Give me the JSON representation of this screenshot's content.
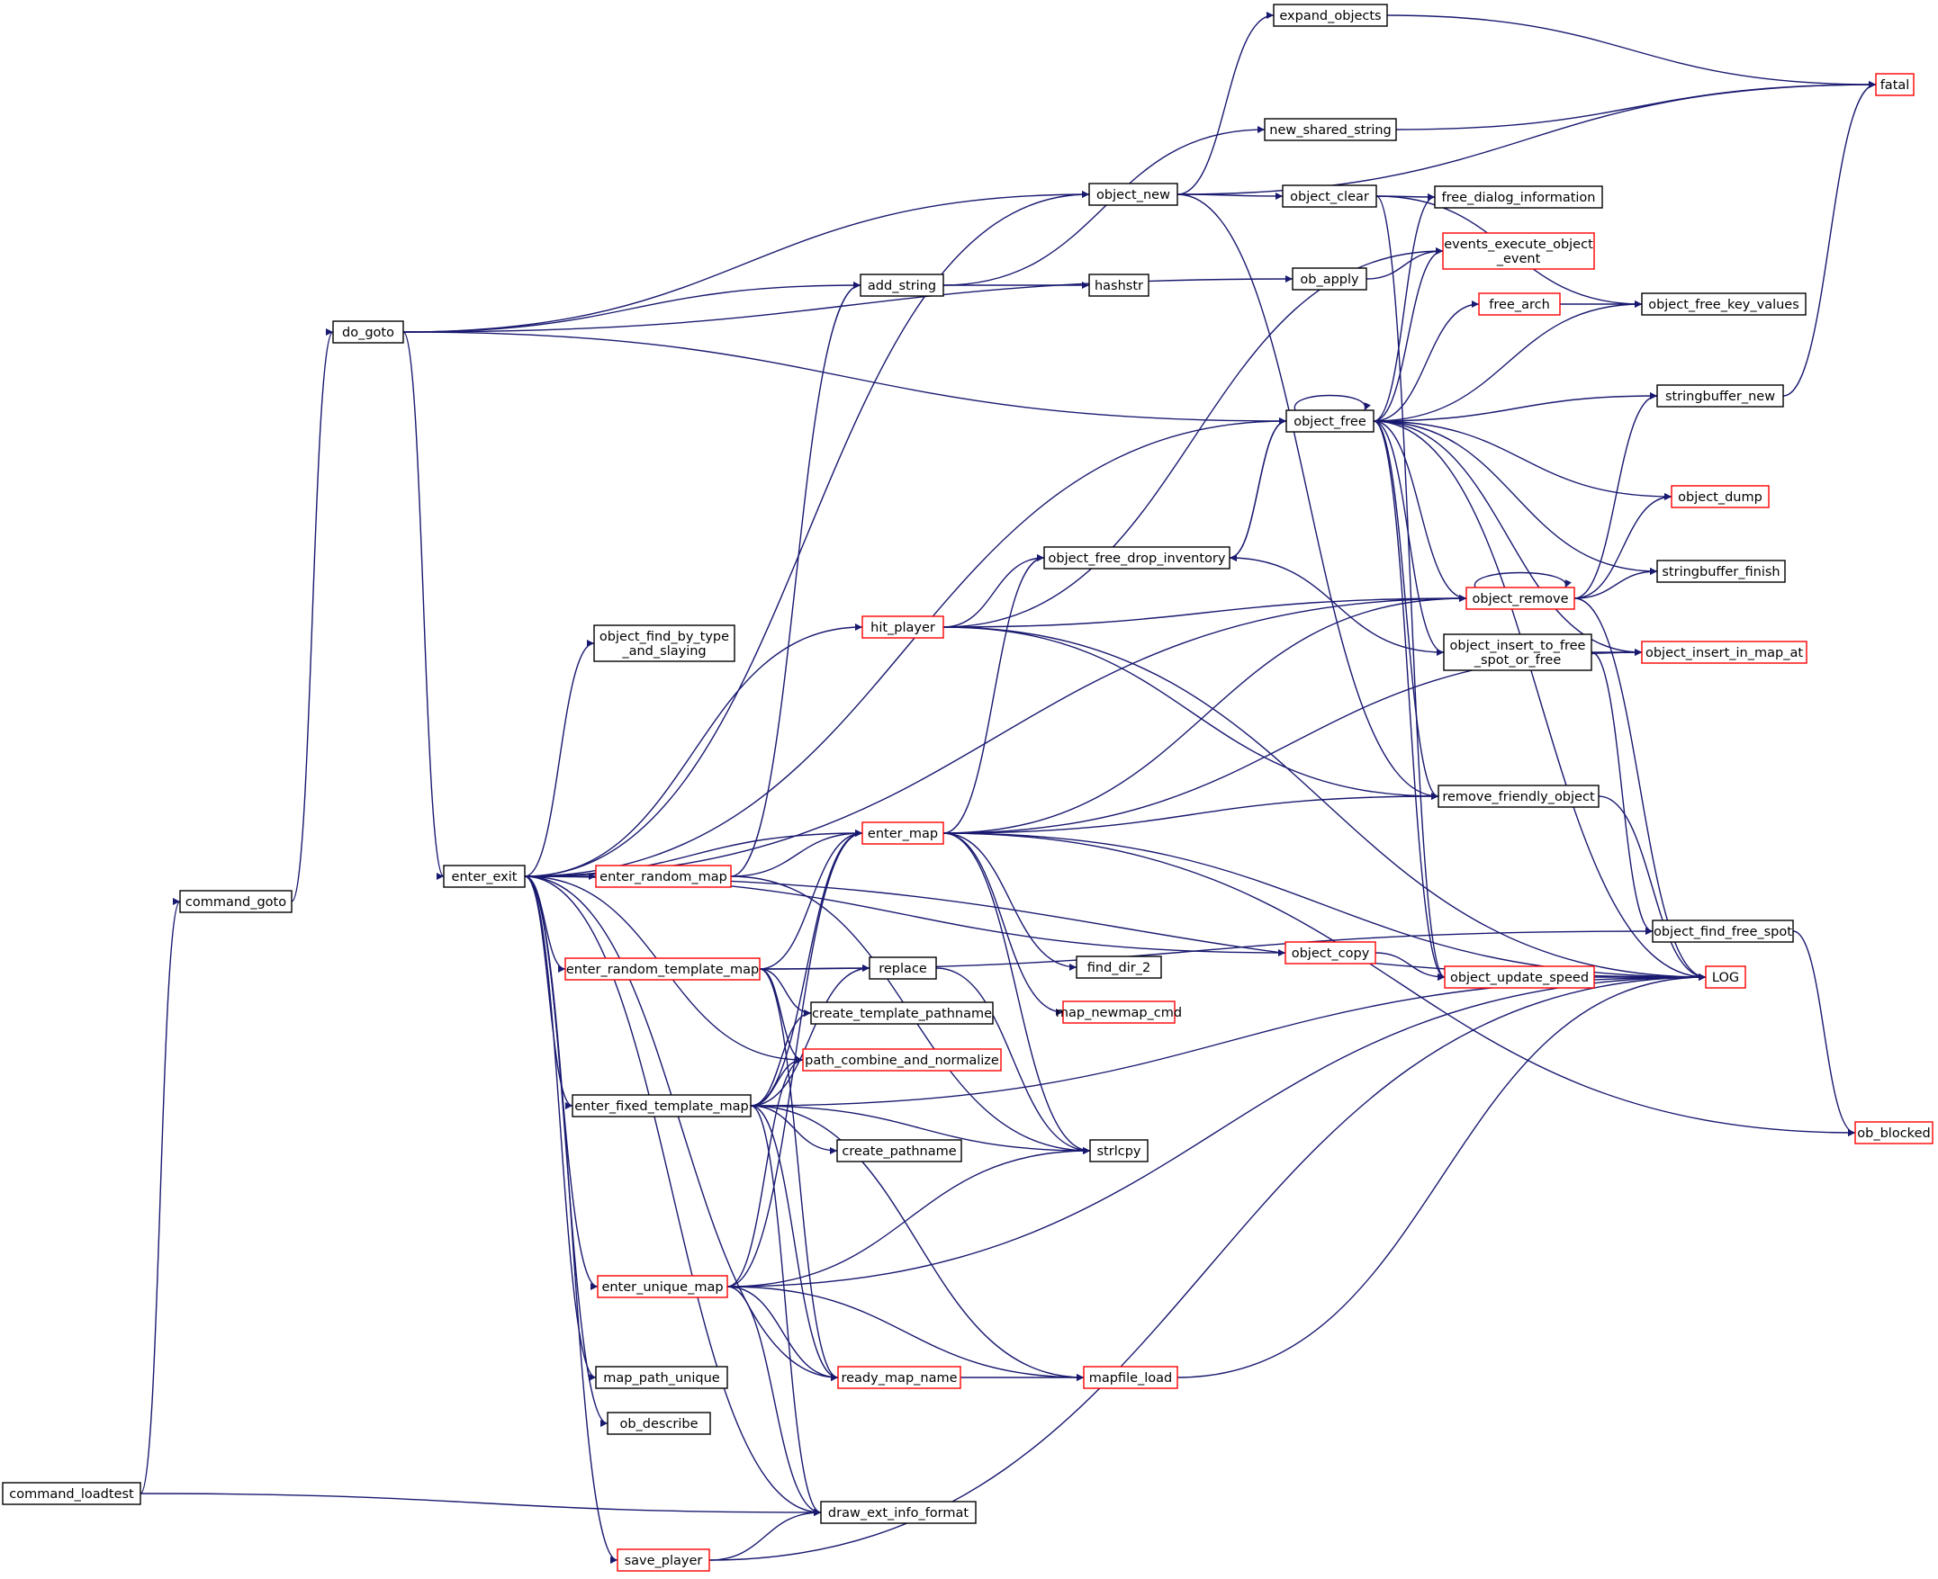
{
  "graph": {
    "colors": {
      "edge": "#191970",
      "normal_border": "#000000",
      "truncated_border": "#ff0000",
      "highlight_fill": "#bfbfbf"
    },
    "nodes": {
      "command_loadtest": {
        "lines": [
          "command_loadtest"
        ],
        "kind": "highlight"
      },
      "command_goto": {
        "lines": [
          "command_goto"
        ],
        "kind": "normal"
      },
      "do_goto": {
        "lines": [
          "do_goto"
        ],
        "kind": "normal"
      },
      "enter_exit": {
        "lines": [
          "enter_exit"
        ],
        "kind": "normal"
      },
      "object_new": {
        "lines": [
          "object_new"
        ],
        "kind": "normal"
      },
      "add_string": {
        "lines": [
          "add_string"
        ],
        "kind": "normal"
      },
      "hashstr": {
        "lines": [
          "hashstr"
        ],
        "kind": "normal"
      },
      "expand_objects": {
        "lines": [
          "expand_objects"
        ],
        "kind": "normal"
      },
      "new_shared_string": {
        "lines": [
          "new_shared_string"
        ],
        "kind": "normal"
      },
      "object_clear": {
        "lines": [
          "object_clear"
        ],
        "kind": "normal"
      },
      "ob_apply": {
        "lines": [
          "ob_apply"
        ],
        "kind": "normal"
      },
      "fatal": {
        "lines": [
          "fatal"
        ],
        "kind": "truncated"
      },
      "free_dialog_information": {
        "lines": [
          "free_dialog_information"
        ],
        "kind": "normal"
      },
      "events_execute_object_event": {
        "lines": [
          "events_execute_object",
          "_event"
        ],
        "kind": "truncated"
      },
      "free_arch": {
        "lines": [
          "free_arch"
        ],
        "kind": "truncated"
      },
      "object_free_key_values": {
        "lines": [
          "object_free_key_values"
        ],
        "kind": "normal"
      },
      "object_free": {
        "lines": [
          "object_free"
        ],
        "kind": "normal"
      },
      "stringbuffer_new": {
        "lines": [
          "stringbuffer_new"
        ],
        "kind": "normal"
      },
      "object_dump": {
        "lines": [
          "object_dump"
        ],
        "kind": "truncated"
      },
      "stringbuffer_finish": {
        "lines": [
          "stringbuffer_finish"
        ],
        "kind": "normal"
      },
      "object_free_drop_inventory": {
        "lines": [
          "object_free_drop_inventory"
        ],
        "kind": "normal"
      },
      "object_remove": {
        "lines": [
          "object_remove"
        ],
        "kind": "truncated"
      },
      "object_find_by_type_and_slaying": {
        "lines": [
          "object_find_by_type",
          "_and_slaying"
        ],
        "kind": "normal"
      },
      "hit_player": {
        "lines": [
          "hit_player"
        ],
        "kind": "truncated"
      },
      "object_insert_to_free_spot_or_free": {
        "lines": [
          "object_insert_to_free",
          "_spot_or_free"
        ],
        "kind": "normal"
      },
      "object_insert_in_map_at": {
        "lines": [
          "object_insert_in_map_at"
        ],
        "kind": "truncated"
      },
      "remove_friendly_object": {
        "lines": [
          "remove_friendly_object"
        ],
        "kind": "normal"
      },
      "enter_map": {
        "lines": [
          "enter_map"
        ],
        "kind": "truncated"
      },
      "enter_random_map": {
        "lines": [
          "enter_random_map"
        ],
        "kind": "truncated"
      },
      "object_find_free_spot": {
        "lines": [
          "object_find_free_spot"
        ],
        "kind": "normal"
      },
      "find_dir_2": {
        "lines": [
          "find_dir_2"
        ],
        "kind": "normal"
      },
      "object_copy": {
        "lines": [
          "object_copy"
        ],
        "kind": "truncated"
      },
      "enter_random_template_map": {
        "lines": [
          "enter_random_template_map"
        ],
        "kind": "truncated"
      },
      "replace": {
        "lines": [
          "replace"
        ],
        "kind": "normal"
      },
      "object_update_speed": {
        "lines": [
          "object_update_speed"
        ],
        "kind": "truncated"
      },
      "LOG": {
        "lines": [
          "LOG"
        ],
        "kind": "truncated"
      },
      "map_newmap_cmd": {
        "lines": [
          "map_newmap_cmd"
        ],
        "kind": "truncated"
      },
      "create_template_pathname": {
        "lines": [
          "create_template_pathname"
        ],
        "kind": "normal"
      },
      "path_combine_and_normalize": {
        "lines": [
          "path_combine_and_normalize"
        ],
        "kind": "truncated"
      },
      "enter_fixed_template_map": {
        "lines": [
          "enter_fixed_template_map"
        ],
        "kind": "normal"
      },
      "ob_blocked": {
        "lines": [
          "ob_blocked"
        ],
        "kind": "truncated"
      },
      "create_pathname": {
        "lines": [
          "create_pathname"
        ],
        "kind": "normal"
      },
      "strlcpy": {
        "lines": [
          "strlcpy"
        ],
        "kind": "normal"
      },
      "enter_unique_map": {
        "lines": [
          "enter_unique_map"
        ],
        "kind": "truncated"
      },
      "map_path_unique": {
        "lines": [
          "map_path_unique"
        ],
        "kind": "normal"
      },
      "ready_map_name": {
        "lines": [
          "ready_map_name"
        ],
        "kind": "truncated"
      },
      "mapfile_load": {
        "lines": [
          "mapfile_load"
        ],
        "kind": "truncated"
      },
      "ob_describe": {
        "lines": [
          "ob_describe"
        ],
        "kind": "normal"
      },
      "draw_ext_info_format": {
        "lines": [
          "draw_ext_info_format"
        ],
        "kind": "normal"
      },
      "save_player": {
        "lines": [
          "save_player"
        ],
        "kind": "truncated"
      }
    },
    "edges": [
      [
        "command_loadtest",
        "command_goto"
      ],
      [
        "command_loadtest",
        "draw_ext_info_format"
      ],
      [
        "command_goto",
        "do_goto"
      ],
      [
        "do_goto",
        "object_new"
      ],
      [
        "do_goto",
        "add_string"
      ],
      [
        "do_goto",
        "ob_apply"
      ],
      [
        "do_goto",
        "object_free"
      ],
      [
        "do_goto",
        "enter_exit"
      ],
      [
        "object_new",
        "expand_objects"
      ],
      [
        "object_new",
        "fatal"
      ],
      [
        "object_new",
        "object_clear"
      ],
      [
        "object_new",
        "remove_friendly_object"
      ],
      [
        "expand_objects",
        "fatal"
      ],
      [
        "new_shared_string",
        "fatal"
      ],
      [
        "add_string",
        "new_shared_string"
      ],
      [
        "add_string",
        "hashstr"
      ],
      [
        "object_clear",
        "free_dialog_information"
      ],
      [
        "object_clear",
        "object_free_key_values"
      ],
      [
        "object_clear",
        "object_update_speed"
      ],
      [
        "ob_apply",
        "events_execute_object_event"
      ],
      [
        "free_arch",
        "object_free_key_values"
      ],
      [
        "stringbuffer_new",
        "fatal"
      ],
      [
        "object_free",
        "object_free"
      ],
      [
        "object_free",
        "free_dialog_information"
      ],
      [
        "object_free",
        "events_execute_object_event"
      ],
      [
        "object_free",
        "free_arch"
      ],
      [
        "object_free",
        "object_free_key_values"
      ],
      [
        "object_free",
        "stringbuffer_new"
      ],
      [
        "object_free",
        "object_dump"
      ],
      [
        "object_free",
        "stringbuffer_finish"
      ],
      [
        "object_free",
        "object_insert_in_map_at"
      ],
      [
        "object_free",
        "object_remove"
      ],
      [
        "object_free",
        "object_insert_to_free_spot_or_free"
      ],
      [
        "object_free",
        "remove_friendly_object"
      ],
      [
        "object_free",
        "object_update_speed"
      ],
      [
        "object_free",
        "LOG"
      ],
      [
        "object_free",
        "object_free_drop_inventory"
      ],
      [
        "object_free_drop_inventory",
        "object_free"
      ],
      [
        "object_remove",
        "object_remove"
      ],
      [
        "object_remove",
        "stringbuffer_new"
      ],
      [
        "object_remove",
        "object_dump"
      ],
      [
        "object_remove",
        "stringbuffer_finish"
      ],
      [
        "object_remove",
        "LOG"
      ],
      [
        "object_insert_to_free_spot_or_free",
        "object_insert_in_map_at"
      ],
      [
        "object_insert_to_free_spot_or_free",
        "object_find_free_spot"
      ],
      [
        "object_insert_to_free_spot_or_free",
        "object_free_drop_inventory"
      ],
      [
        "remove_friendly_object",
        "LOG"
      ],
      [
        "object_find_free_spot",
        "ob_blocked"
      ],
      [
        "object_copy",
        "object_update_speed"
      ],
      [
        "object_update_speed",
        "LOG"
      ],
      [
        "hit_player",
        "events_execute_object_event"
      ],
      [
        "hit_player",
        "object_free_drop_inventory"
      ],
      [
        "hit_player",
        "object_remove"
      ],
      [
        "hit_player",
        "remove_friendly_object"
      ],
      [
        "hit_player",
        "LOG"
      ],
      [
        "enter_exit",
        "object_new"
      ],
      [
        "enter_exit",
        "object_free"
      ],
      [
        "enter_exit",
        "object_remove"
      ],
      [
        "enter_exit",
        "object_find_by_type_and_slaying"
      ],
      [
        "enter_exit",
        "hit_player"
      ],
      [
        "enter_exit",
        "object_copy"
      ],
      [
        "enter_exit",
        "LOG"
      ],
      [
        "enter_exit",
        "enter_map"
      ],
      [
        "enter_exit",
        "enter_random_map"
      ],
      [
        "enter_exit",
        "enter_random_template_map"
      ],
      [
        "enter_exit",
        "path_combine_and_normalize"
      ],
      [
        "enter_exit",
        "enter_fixed_template_map"
      ],
      [
        "enter_exit",
        "enter_unique_map"
      ],
      [
        "enter_exit",
        "map_path_unique"
      ],
      [
        "enter_exit",
        "ready_map_name"
      ],
      [
        "enter_exit",
        "ob_describe"
      ],
      [
        "enter_exit",
        "draw_ext_info_format"
      ],
      [
        "enter_exit",
        "save_player"
      ],
      [
        "enter_map",
        "object_free_drop_inventory"
      ],
      [
        "enter_map",
        "object_remove"
      ],
      [
        "enter_map",
        "remove_friendly_object"
      ],
      [
        "enter_map",
        "object_insert_in_map_at"
      ],
      [
        "enter_map",
        "find_dir_2"
      ],
      [
        "enter_map",
        "map_newmap_cmd"
      ],
      [
        "enter_map",
        "strlcpy"
      ],
      [
        "enter_map",
        "ob_blocked"
      ],
      [
        "enter_map",
        "LOG"
      ],
      [
        "enter_random_map",
        "add_string"
      ],
      [
        "enter_random_map",
        "enter_map"
      ],
      [
        "enter_random_map",
        "strlcpy"
      ],
      [
        "enter_random_template_map",
        "enter_map"
      ],
      [
        "enter_random_template_map",
        "replace"
      ],
      [
        "enter_random_template_map",
        "create_template_pathname"
      ],
      [
        "enter_random_template_map",
        "path_combine_and_normalize"
      ],
      [
        "enter_random_template_map",
        "ready_map_name"
      ],
      [
        "enter_random_template_map",
        "object_find_free_spot"
      ],
      [
        "replace",
        "strlcpy"
      ],
      [
        "enter_fixed_template_map",
        "enter_map"
      ],
      [
        "enter_fixed_template_map",
        "replace"
      ],
      [
        "enter_fixed_template_map",
        "create_template_pathname"
      ],
      [
        "enter_fixed_template_map",
        "path_combine_and_normalize"
      ],
      [
        "enter_fixed_template_map",
        "create_pathname"
      ],
      [
        "enter_fixed_template_map",
        "strlcpy"
      ],
      [
        "enter_fixed_template_map",
        "LOG"
      ],
      [
        "enter_fixed_template_map",
        "ready_map_name"
      ],
      [
        "enter_fixed_template_map",
        "mapfile_load"
      ],
      [
        "enter_fixed_template_map",
        "draw_ext_info_format"
      ],
      [
        "enter_unique_map",
        "enter_map"
      ],
      [
        "enter_unique_map",
        "path_combine_and_normalize"
      ],
      [
        "enter_unique_map",
        "strlcpy"
      ],
      [
        "enter_unique_map",
        "ready_map_name"
      ],
      [
        "enter_unique_map",
        "mapfile_load"
      ],
      [
        "enter_unique_map",
        "draw_ext_info_format"
      ],
      [
        "enter_unique_map",
        "LOG"
      ],
      [
        "ready_map_name",
        "mapfile_load"
      ],
      [
        "mapfile_load",
        "LOG"
      ],
      [
        "save_player",
        "draw_ext_info_format"
      ],
      [
        "save_player",
        "LOG"
      ]
    ]
  }
}
